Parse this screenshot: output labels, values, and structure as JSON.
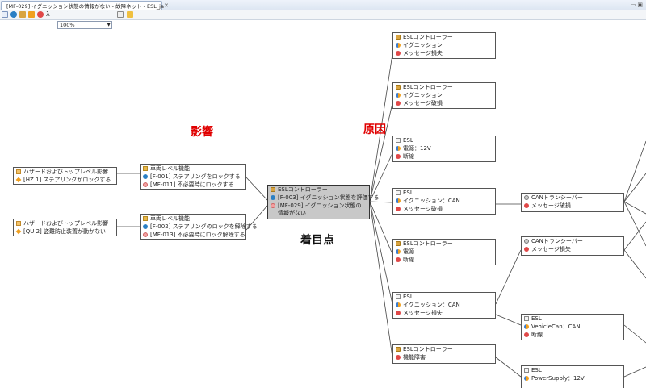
{
  "tab": {
    "title": "[MF-029] イグニッション状態の情報がない - 故障ネット - ESL_ja"
  },
  "toolbar": {
    "zoom": "100%"
  },
  "labels": {
    "effect": "影響",
    "cause": "原因",
    "focus": "着目点"
  },
  "hazards": [
    {
      "title": "ハザードおよびトップレベル影響",
      "item": "[HZ 1] ステアリングがロックする"
    },
    {
      "title": "ハザードおよびトップレベル影響",
      "item": "[QU 2] 盗難防止装置が動かない"
    }
  ],
  "vehicle_functions": [
    {
      "title": "車両レベル機能",
      "func": "[F-001] ステアリングをロックする",
      "fail": "[MF-011] 不必要時にロックする"
    },
    {
      "title": "車両レベル機能",
      "func": "[F-002] ステアリングのロックを解除する",
      "fail": "[MF-013] 不必要時にロック解除する"
    }
  ],
  "focus_node": {
    "title": "ESLコントローラー",
    "func": "[F-003] イグニッション状態を評価する",
    "fail": "[MF-029] イグニッション状態の情報がない"
  },
  "causes": [
    {
      "title": "ESLコントローラー",
      "sub": "イグニッション",
      "fail": "メッセージ損失"
    },
    {
      "title": "ESLコントローラー",
      "sub": "イグニッション",
      "fail": "メッセージ破損"
    },
    {
      "title": "ESL",
      "sub": "電源：12V",
      "fail": "断線"
    },
    {
      "title": "ESL",
      "sub": "イグニッション：CAN",
      "fail": "メッセージ破損"
    },
    {
      "title": "ESLコントローラー",
      "sub": "電源",
      "fail": "断線"
    },
    {
      "title": "ESL",
      "sub": "イグニッション：CAN",
      "fail": "メッセージ損失"
    },
    {
      "title": "ESLコントローラー",
      "sub": "",
      "fail": "機能障害"
    }
  ],
  "second_causes": [
    {
      "title": "CANトランシーバー",
      "sub": "",
      "fail": "メッセージ破損"
    },
    {
      "title": "CANトランシーバー",
      "sub": "",
      "fail": "メッセージ損失"
    },
    {
      "title": "ESL",
      "sub": "VehicleCan：CAN",
      "fail": "断線"
    },
    {
      "title": "ESL",
      "sub": "PowerSupply：12V",
      "fail": ""
    }
  ]
}
